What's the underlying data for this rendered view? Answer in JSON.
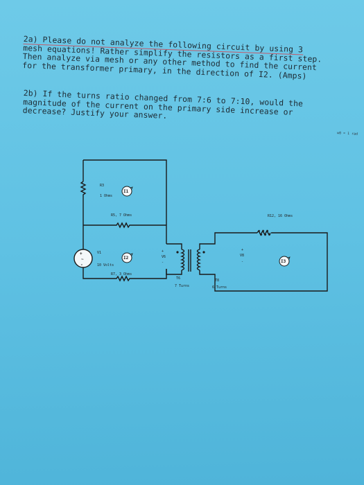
{
  "problem_2a": {
    "lines": [
      "2a) Please do not analyze the following circuit by using 3",
      "mesh equations! Rather simplify the resistors as a first step.",
      "Then analyze via mesh or any other method to find the current",
      "for the transformer primary, in the direction of I2. (Amps)"
    ]
  },
  "problem_2b": {
    "lines": [
      "2b) If the turns ratio changed from 7:6 to 7:10, would the",
      "magnitude of the current on the primary side increase or",
      "decrease? Justify your answer."
    ]
  },
  "corner_text": "w0 = 1 rad",
  "circuit": {
    "r3_name": "R3",
    "r3_value": "1 Ohms",
    "i1": "I1",
    "r5_label": "R5, 7 Ohms",
    "v1_name": "V1",
    "v1_value": "10 Volts",
    "i2": "I2",
    "r7_label": "R7, 3 Ohms",
    "v6": "V6",
    "t6_name": "T6",
    "t6_turns": "7 Turns",
    "t8_name": "T8",
    "t8_turns": "6 Turns",
    "v8": "V8",
    "r12_label": "R12, 16 Ohms",
    "i3": "I3",
    "src_plus": "+",
    "src_minus": "-",
    "src_wave": "~",
    "v6_plus": "+",
    "v6_minus": "-",
    "v8_plus": "+",
    "v8_minus": "-"
  }
}
